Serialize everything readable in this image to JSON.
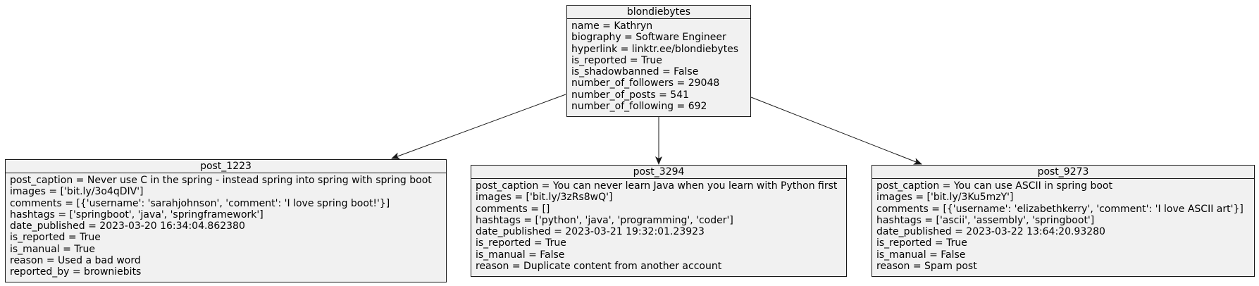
{
  "nodes": {
    "root": {
      "title": "blondiebytes",
      "attributes": [
        "name = Kathryn",
        "biography = Software Engineer",
        "hyperlink = linktr.ee/blondiebytes",
        "is_reported = True",
        "is_shadowbanned = False",
        "number_of_followers = 29048",
        "number_of_posts = 541",
        "number_of_following = 692"
      ]
    },
    "post_1223": {
      "title": "post_1223",
      "attributes": [
        "post_caption = Never use C in the spring - instead spring into spring with spring boot",
        "images = ['bit.ly/3o4qDIV']",
        "comments = [{'username': 'sarahjohnson', 'comment': 'I love spring boot!'}]",
        "hashtags = ['springboot', 'java', 'springframework']",
        "date_published = 2023-03-20 16:34:04.862380",
        "is_reported = True",
        "is_manual = True",
        "reason = Used a bad word",
        "reported_by = browniebits"
      ]
    },
    "post_3294": {
      "title": "post_3294",
      "attributes": [
        "post_caption = You can never learn Java when you learn with Python first",
        "images = ['bit.ly/3zRs8wQ']",
        "comments = []",
        "hashtags = ['python', 'java', 'programming', 'coder']",
        "date_published = 2023-03-21 19:32:01.23923",
        "is_reported = True",
        "is_manual = False",
        "reason = Duplicate content from another account"
      ]
    },
    "post_9273": {
      "title": "post_9273",
      "attributes": [
        "post_caption = You can use ASCII in spring boot",
        "images = ['bit.ly/3Ku5mzY']",
        "comments = [{'username': 'elizabethkerry', 'comment': 'I love ASCII art'}]",
        "hashtags = ['ascii', 'assembly', 'springboot']",
        "date_published = 2023-03-22 13:64:20.93280",
        "is_reported = True",
        "is_manual = False",
        "reason = Spam post"
      ]
    }
  },
  "edges": [
    {
      "from": "blondiebytes",
      "to": "post_1223"
    },
    {
      "from": "blondiebytes",
      "to": "post_3294"
    },
    {
      "from": "blondiebytes",
      "to": "post_9273"
    }
  ],
  "colors": {
    "node_fill": "#f1f1f1",
    "node_border": "#181818",
    "edge": "#181818"
  }
}
